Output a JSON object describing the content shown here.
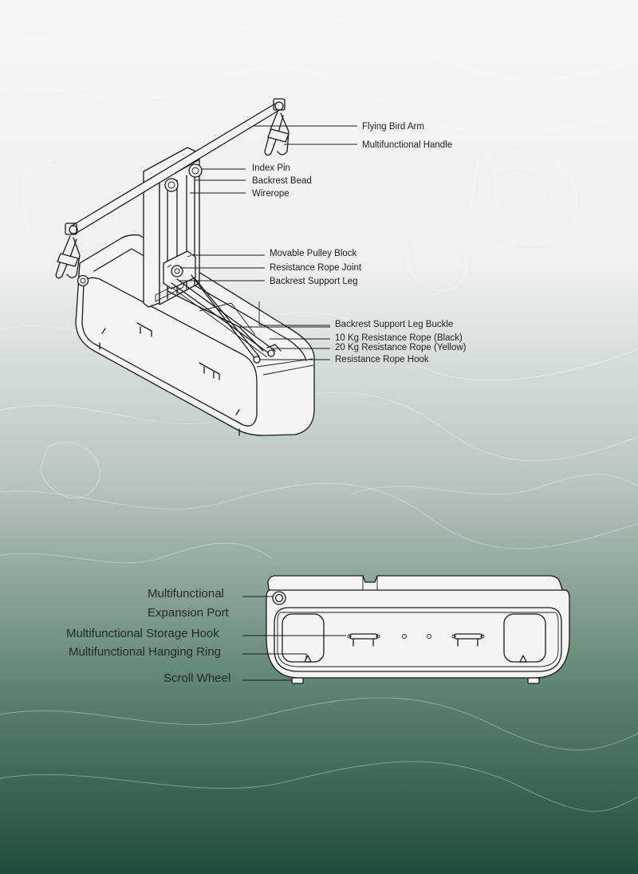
{
  "colors": {
    "background_top": "#f5f6f5",
    "background_mid": "#b9c6bf",
    "background_bottom": "#1f4d3a",
    "line": "#1a1a1a"
  },
  "top_labels": [
    "Flying Bird Arm",
    "Multifunctional Handle",
    "Index Pin",
    "Backrest Bead",
    "Wirerope",
    "Movable Pulley Block",
    "Resistance Rope Joint",
    "Backrest Support Leg",
    "Backrest Support Leg Buckle",
    "10 Kg Resistance Rope (Black)",
    "20 Kg Resistance Rope (Yellow)",
    "Resistance Rope Hook"
  ],
  "bottom_labels": [
    "Multifunctional",
    "Expansion Port",
    "Multifunctional Storage Hook",
    "Multifunctional Hanging Ring",
    "Scroll Wheel"
  ]
}
